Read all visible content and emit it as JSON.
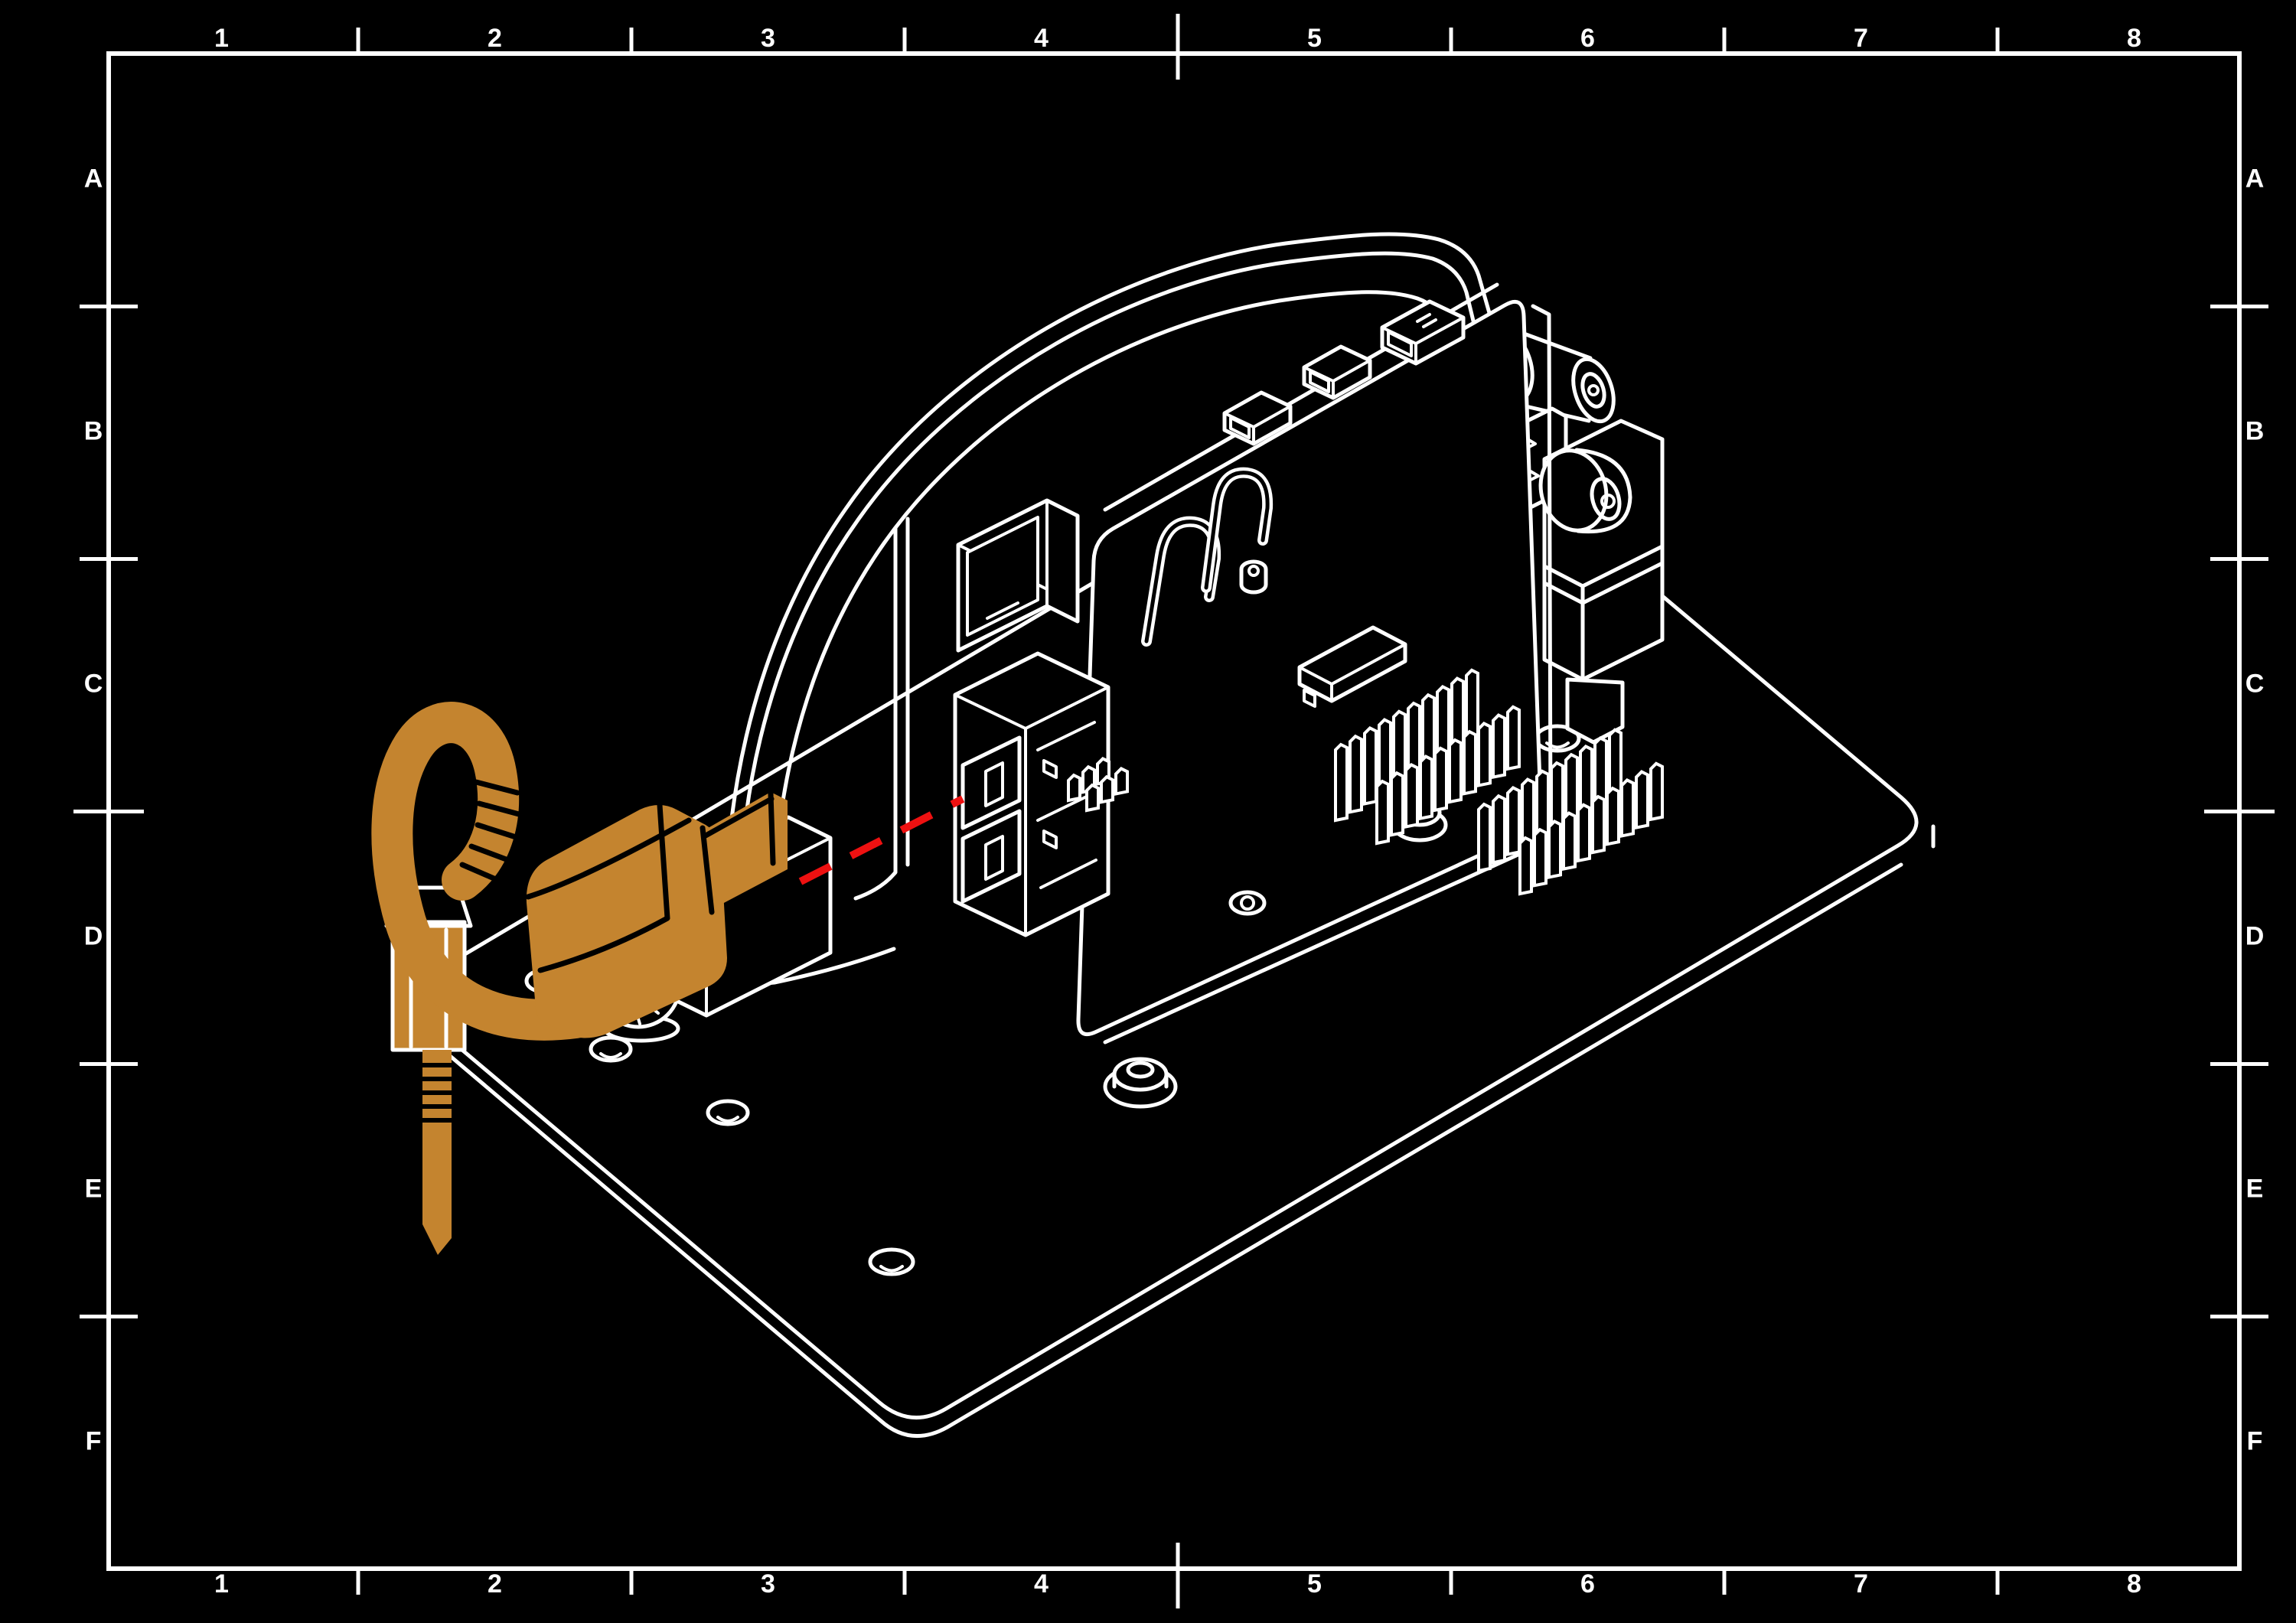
{
  "title": "isometric-assembly-step-drawing",
  "frame": {
    "column_labels": [
      "1",
      "2",
      "3",
      "4",
      "5",
      "6",
      "7",
      "8"
    ],
    "row_labels": [
      "A",
      "B",
      "C",
      "D",
      "E",
      "F"
    ]
  },
  "colors": {
    "background": "#000000",
    "line": "#ffffff",
    "highlight_orange": "#c4842f",
    "action_red": "#ee1111"
  },
  "scene": {
    "parts": [
      "base-plate-with-mounting-holes",
      "curved-stand-arch",
      "single-board-computer",
      "ethernet-port",
      "usb-port-stack",
      "gpio-pin-headers",
      "micro-hdmi-connectors",
      "chip-component",
      "servo-motor-with-bracket",
      "standoff-rod-and-screw",
      "hex-standoff-nut",
      "spacer-block",
      "highlighted-cable-assembly",
      "panel-mount-connector",
      "usb-plug-highlighted",
      "insertion-guide-line"
    ]
  }
}
